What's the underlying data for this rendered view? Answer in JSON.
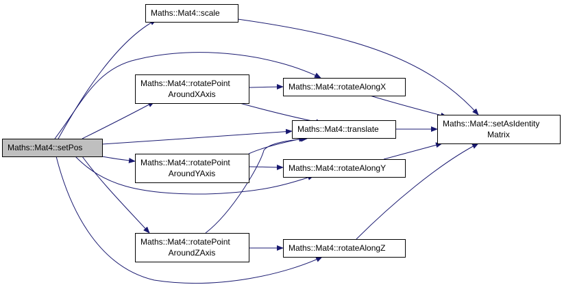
{
  "graph": {
    "nodes": {
      "setPos": {
        "lines": [
          "Maths::Mat4::setPos"
        ],
        "highlighted": true
      },
      "scale": {
        "lines": [
          "Maths::Mat4::scale"
        ]
      },
      "rotatePointX": {
        "lines": [
          "Maths::Mat4::rotatePoint",
          "AroundXAxis"
        ]
      },
      "rotatePointY": {
        "lines": [
          "Maths::Mat4::rotatePoint",
          "AroundYAxis"
        ]
      },
      "rotatePointZ": {
        "lines": [
          "Maths::Mat4::rotatePoint",
          "AroundZAxis"
        ]
      },
      "rotateAlongX": {
        "lines": [
          "Maths::Mat4::rotateAlongX"
        ]
      },
      "translate": {
        "lines": [
          "Maths::Mat4::translate"
        ]
      },
      "rotateAlongY": {
        "lines": [
          "Maths::Mat4::rotateAlongY"
        ]
      },
      "rotateAlongZ": {
        "lines": [
          "Maths::Mat4::rotateAlongZ"
        ]
      },
      "setAsIdentity": {
        "lines": [
          "Maths::Mat4::setAsIdentity",
          "Matrix"
        ]
      }
    },
    "edges": [
      {
        "from": "setPos",
        "to": "scale"
      },
      {
        "from": "setPos",
        "to": "rotateAlongX"
      },
      {
        "from": "setPos",
        "to": "rotatePointX"
      },
      {
        "from": "setPos",
        "to": "translate"
      },
      {
        "from": "setPos",
        "to": "rotatePointY"
      },
      {
        "from": "setPos",
        "to": "rotateAlongY"
      },
      {
        "from": "setPos",
        "to": "rotatePointZ"
      },
      {
        "from": "setPos",
        "to": "rotateAlongZ"
      },
      {
        "from": "scale",
        "to": "setAsIdentity"
      },
      {
        "from": "rotatePointX",
        "to": "rotateAlongX"
      },
      {
        "from": "rotatePointX",
        "to": "translate"
      },
      {
        "from": "rotatePointY",
        "to": "translate"
      },
      {
        "from": "rotatePointY",
        "to": "rotateAlongY"
      },
      {
        "from": "rotatePointZ",
        "to": "translate"
      },
      {
        "from": "rotatePointZ",
        "to": "rotateAlongZ"
      },
      {
        "from": "rotateAlongX",
        "to": "setAsIdentity"
      },
      {
        "from": "translate",
        "to": "setAsIdentity"
      },
      {
        "from": "rotateAlongY",
        "to": "setAsIdentity"
      },
      {
        "from": "rotateAlongZ",
        "to": "setAsIdentity"
      }
    ],
    "colors": {
      "edge": "#191970",
      "node_fill": "#ffffff",
      "node_highlight_fill": "#bfbfbf",
      "node_border": "#000000"
    }
  }
}
